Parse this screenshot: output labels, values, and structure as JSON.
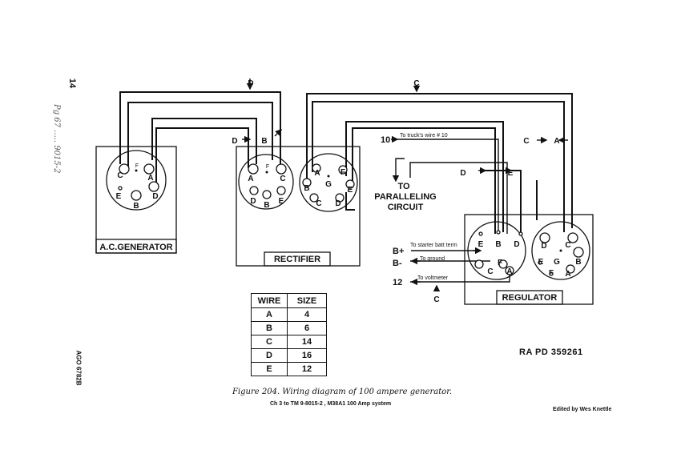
{
  "page_number": "14",
  "ago_ref": "AGO 6782B",
  "handwritten_note": "Pg 67 ..... 9015-2",
  "components": {
    "generator": "A.C.GENERATOR",
    "rectifier": "RECTIFIER",
    "regulator": "REGULATOR"
  },
  "pins": {
    "generator": [
      "C",
      "F",
      "A",
      "E",
      "B",
      "D"
    ],
    "rectifier_left": [
      "A",
      "F",
      "C",
      "D",
      "B",
      "E"
    ],
    "rectifier_right": [
      "A",
      "F",
      "B",
      "G",
      "E",
      "C",
      "D"
    ],
    "regulator_left": [
      "E",
      "B",
      "D",
      "F",
      "C",
      "A"
    ],
    "regulator_right": [
      "D",
      "C",
      "E",
      "G",
      "B",
      "F",
      "A"
    ]
  },
  "wire_labels": {
    "top_d": "D",
    "top_c": "C",
    "rect_d": "D",
    "rect_b": "B",
    "reg_c": "C",
    "reg_a": "A",
    "reg_d": "D",
    "reg_e": "E",
    "bottom_c": "C"
  },
  "connections": {
    "truck_wire_num": "10",
    "truck_wire_text": "To truck's wire # 10",
    "paralleling": "TO PARALLELING CIRCUIT",
    "b_plus": "B+",
    "b_plus_text": "To starter batt term",
    "b_minus": "B-",
    "b_minus_text": "To ground",
    "voltmeter_num": "12",
    "voltmeter_text": "To voltmeter"
  },
  "wire_table": {
    "headers": [
      "WIRE",
      "SIZE"
    ],
    "rows": [
      [
        "A",
        "4"
      ],
      [
        "B",
        "6"
      ],
      [
        "C",
        "14"
      ],
      [
        "D",
        "16"
      ],
      [
        "E",
        "12"
      ]
    ]
  },
  "ra_pd": "RA PD 359261",
  "caption": "Figure 204. Wiring diagram of 100 ampere generator.",
  "subcaption": "Ch 3 to TM 9-8015-2 , M38A1 100 Amp system",
  "edited_by": "Edited by Wes Knettle"
}
